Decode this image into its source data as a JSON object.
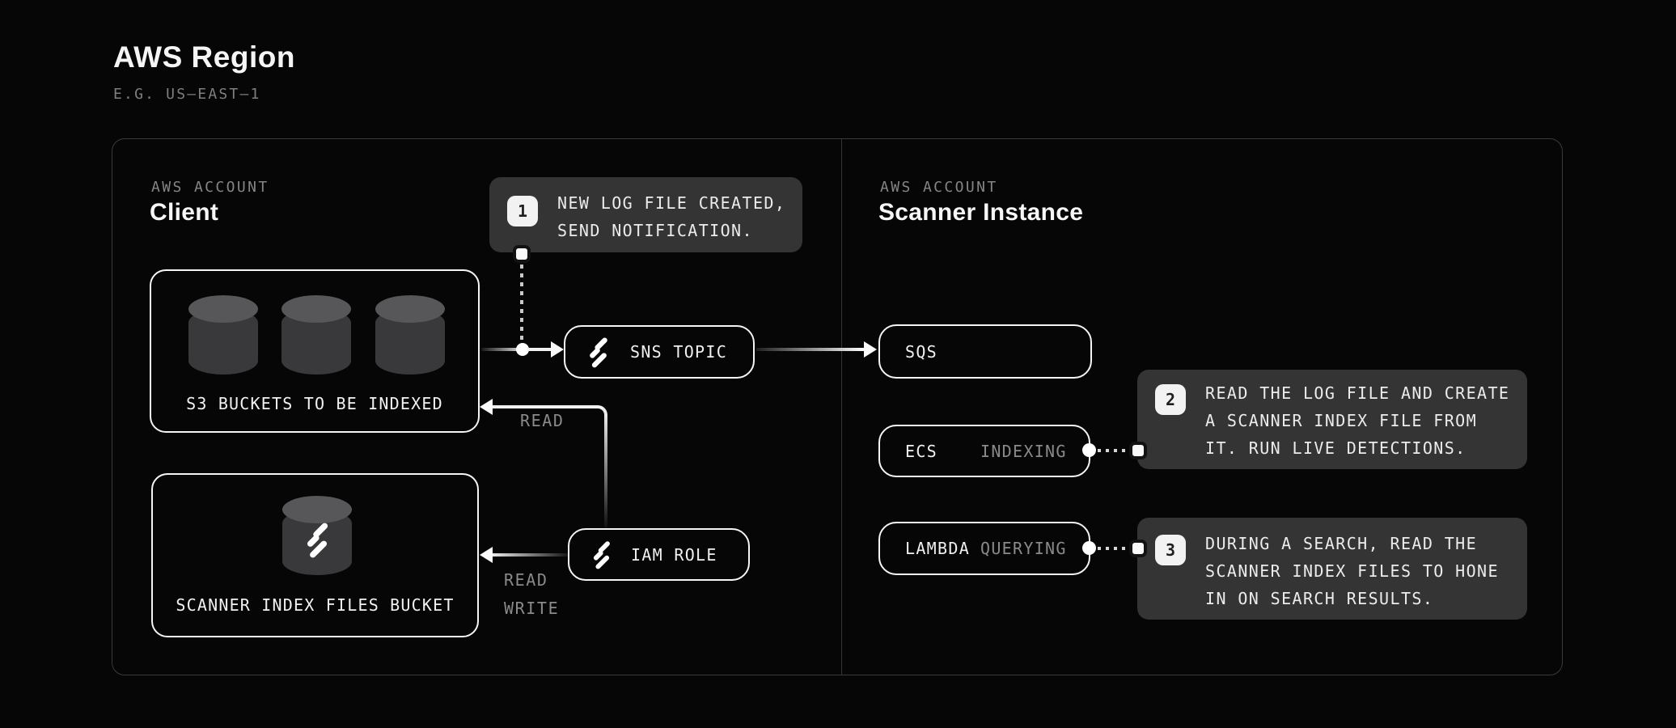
{
  "page": {
    "title": "AWS Region",
    "subtitle": "E.G. US–EAST–1"
  },
  "accounts": {
    "client": {
      "kicker": "AWS ACCOUNT",
      "name": "Client"
    },
    "scanner": {
      "kicker": "AWS ACCOUNT",
      "name": "Scanner Instance"
    }
  },
  "nodes": {
    "s3_buckets": {
      "label": "S3 BUCKETS TO BE INDEXED"
    },
    "scanner_index_bucket": {
      "label": "SCANNER INDEX FILES BUCKET"
    },
    "sns_topic": {
      "label": "SNS TOPIC"
    },
    "iam_role": {
      "label": "IAM ROLE"
    },
    "sqs": {
      "label": "SQS"
    },
    "ecs": {
      "label": "ECS",
      "mode": "INDEXING"
    },
    "lambda": {
      "label": "LAMBDA",
      "mode": "QUERYING"
    }
  },
  "edge_labels": {
    "read_top": "READ",
    "read_bottom": "READ",
    "write_bottom": "WRITE"
  },
  "notes": [
    {
      "num": "1",
      "lines": [
        "NEW LOG FILE CREATED,",
        "SEND NOTIFICATION.",
        ""
      ]
    },
    {
      "num": "2",
      "lines": [
        "READ THE LOG FILE AND CREATE",
        "A SCANNER INDEX FILE FROM",
        "IT. RUN LIVE DETECTIONS."
      ]
    },
    {
      "num": "3",
      "lines": [
        "DURING A SEARCH, READ THE",
        "SCANNER INDEX FILES TO HONE",
        "IN ON SEARCH RESULTS."
      ]
    }
  ],
  "colors": {
    "background": "#060606",
    "panel_border": "#3a3a3a",
    "node_border": "#f5f5f5",
    "note_background": "#343434",
    "text_primary": "#f5f5f5",
    "text_muted": "#8a8a8a",
    "badge_background": "#f2f2f2",
    "badge_text": "#1f1f1f",
    "cylinder_body": "#39393c",
    "cylinder_top": "#57575a"
  }
}
